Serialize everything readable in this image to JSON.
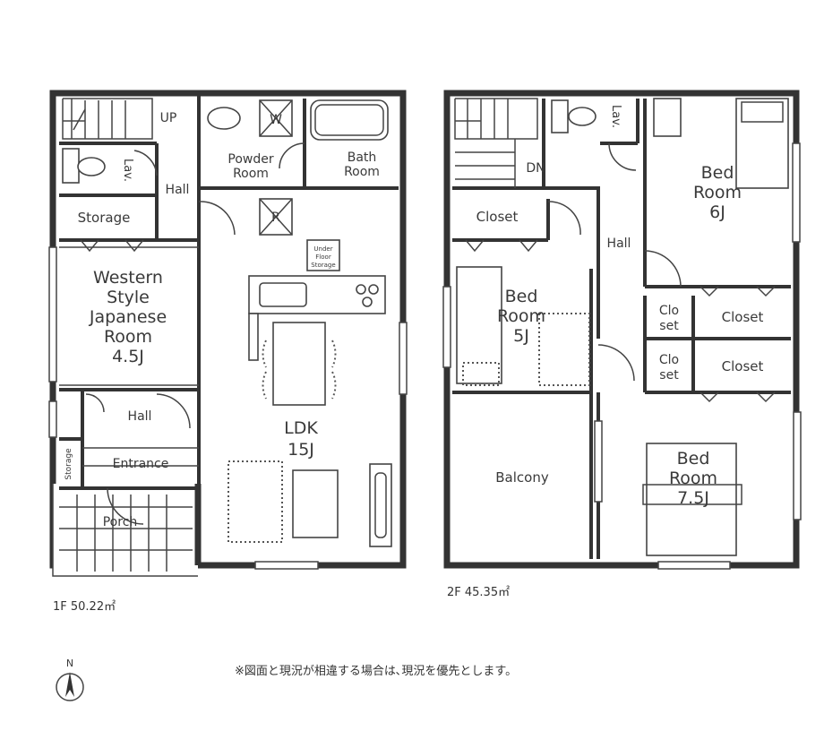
{
  "floor1": {
    "area_label": "1F 50.22㎡",
    "stairs_label": "UP",
    "rooms": {
      "lav": "Lav.",
      "hall_upper": "Hall",
      "storage": "Storage",
      "western_style": [
        "Western",
        "Style",
        "Japanese",
        "Room",
        "4.5J"
      ],
      "hall_lower": "Hall",
      "storage_small": "Storage",
      "entrance": "Entrance",
      "porch": "Porch",
      "powder_room": [
        "Powder",
        "Room"
      ],
      "bath_room": [
        "Bath",
        "Room"
      ],
      "ldk": [
        "LDK",
        "15J"
      ],
      "under_floor": [
        "Under",
        "Floor",
        "Storage"
      ],
      "washer_mark": "W",
      "fridge_mark": "R"
    }
  },
  "floor2": {
    "area_label": "2F 45.35㎡",
    "stairs_label": "DN",
    "rooms": {
      "lav": "Lav.",
      "closet_left": "Closet",
      "hall": "Hall",
      "bed_6j": [
        "Bed",
        "Room",
        "6J"
      ],
      "bed_5j": [
        "Bed",
        "Room",
        "5J"
      ],
      "closet_a": [
        "Clo",
        "set"
      ],
      "closet_b": "Closet",
      "closet_c": [
        "Clo",
        "set"
      ],
      "closet_d": "Closet",
      "balcony": "Balcony",
      "bed_75j": [
        "Bed",
        "Room",
        "7.5J"
      ]
    }
  },
  "compass_label": "N",
  "note": "※図面と現況が相違する場合は､現況を優先とします。"
}
